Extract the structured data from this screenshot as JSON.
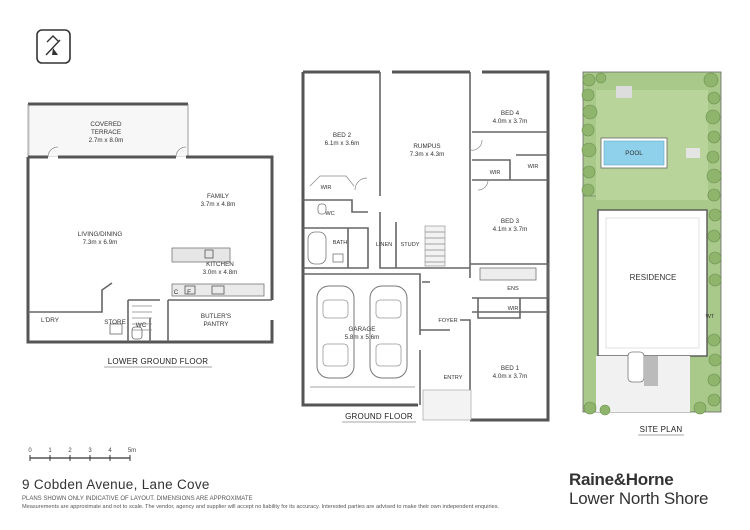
{
  "address": "9 Cobden Avenue, Lane Cove",
  "disclaimer_line1": "PLANS SHOWN ONLY INDICATIVE OF LAYOUT. DIMENSIONS ARE APPROXIMATE",
  "disclaimer_line2": "Measurements are approximate and not to scale. The vendor, agency and supplier will accept no liability for its accuracy. Interested parties are advised to make their own independent enquiries.",
  "brand": {
    "line1": "Raine&Horne",
    "line2": "Lower North Shore"
  },
  "scale_bar": {
    "ticks": [
      "0",
      "1",
      "2",
      "3",
      "4",
      "5m"
    ]
  },
  "floors": {
    "lower_ground": {
      "label": "LOWER GROUND FLOOR",
      "rooms": {
        "terrace_name": "COVERED",
        "terrace_name2": "TERRACE",
        "terrace_dims": "2.7m x 8.0m",
        "family_name": "FAMILY",
        "family_dims": "3.7m x 4.8m",
        "living_name": "LIVING/DINING",
        "living_dims": "7.3m x 6.9m",
        "kitchen_name": "KITCHEN",
        "kitchen_dims": "3.0m x 4.8m",
        "butlers_name": "BUTLER'S",
        "butlers_name2": "PANTRY",
        "c_label": "C",
        "f_label": "F",
        "laundry": "L'DRY",
        "wc": "WC",
        "store": "STORE"
      }
    },
    "ground": {
      "label": "GROUND FLOOR",
      "rooms": {
        "bed2_name": "BED 2",
        "bed2_dims": "6.1m x 3.6m",
        "rumpus_name": "RUMPUS",
        "rumpus_dims": "7.3m x 4.3m",
        "bed4_name": "BED 4",
        "bed4_dims": "4.0m x 3.7m",
        "bed3_name": "BED 3",
        "bed3_dims": "4.1m x 3.7m",
        "bed1_name": "BED 1",
        "bed1_dims": "4.0m x 3.7m",
        "garage_name": "GARAGE",
        "garage_dims": "5.8m x 5.6m",
        "wir": "WIR",
        "wc": "WC",
        "bath": "BATH",
        "linen": "LINEN",
        "study": "STUDY",
        "ens": "ENS",
        "foyer": "FOYER",
        "entry": "ENTRY"
      }
    },
    "site": {
      "label": "SITE PLAN",
      "pool": "POOL",
      "residence": "RESIDENCE",
      "wt": "WT"
    }
  }
}
